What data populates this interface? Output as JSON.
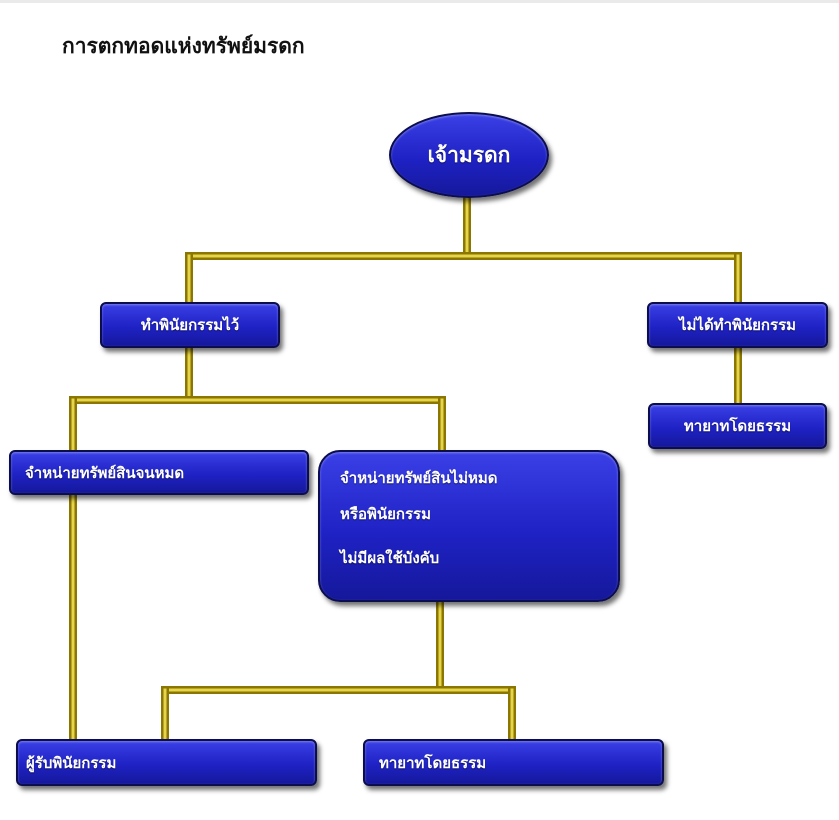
{
  "title": "การตกทอดแห่งทรัพย์มรดก",
  "nodes": {
    "root": "เจ้ามรดก",
    "with_will": "ทำพินัยกรรมไว้",
    "without_will": "ไม่ได้ทำพินัยกรรม",
    "statutory_heir_right": "ทายาทโดยธรรม",
    "disposed_all": "จำหน่ายทรัพย์สินจนหมด",
    "not_all": {
      "line1": "จำหน่ายทรัพย์สินไม่หมด",
      "line2": "หรือพินัยกรรม",
      "line3": "ไม่มีผลใช้บังคับ"
    },
    "beneficiary": "ผู้รับพินัยกรรม",
    "statutory_heir_bottom": "ทายาทโดยธรรม"
  },
  "colors": {
    "node_fill": "#2226cc",
    "node_border": "#0b0d4d",
    "connector": "#b8a000",
    "connector_highlight": "#e6d44a",
    "text": "#ffffff"
  }
}
